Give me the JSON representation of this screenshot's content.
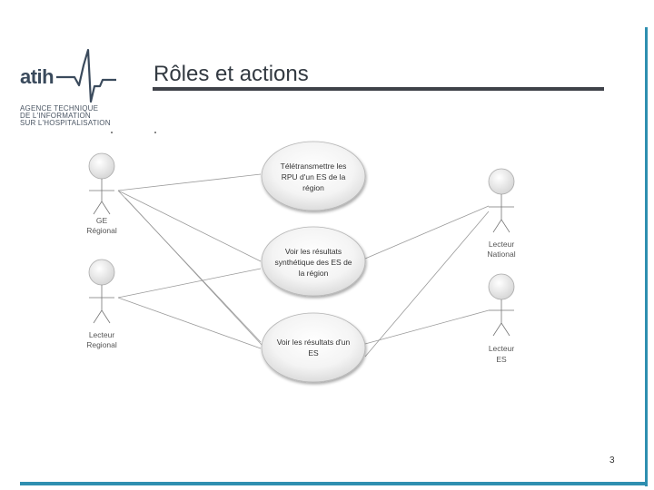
{
  "logo": {
    "word": "atih",
    "subtitle_lines": [
      "AGENCE TECHNIQUE",
      "DE L'INFORMATION",
      "SUR L'HOSPITALISATION"
    ]
  },
  "title": "Rôles et actions",
  "page_number": "3",
  "actors": {
    "ge_regional": [
      "GE",
      "Régional"
    ],
    "lecteur_regional": [
      "Lecteur",
      "Regional"
    ],
    "lecteur_national": [
      "Lecteur",
      "National"
    ],
    "lecteur_es": [
      "Lecteur",
      "ES"
    ]
  },
  "use_cases": {
    "teletransmettre": [
      "Télétransmettre les",
      "RPU d'un ES de la",
      "région"
    ],
    "voir_synthetique": [
      "Voir les résultats",
      "synthétique des ES de",
      "la région"
    ],
    "voir_es": [
      "Voir les résultats d'un",
      "ES"
    ]
  },
  "colors": {
    "accent": "#2e8fb0",
    "title_rule": "#3f4249",
    "text": "#333a42"
  }
}
